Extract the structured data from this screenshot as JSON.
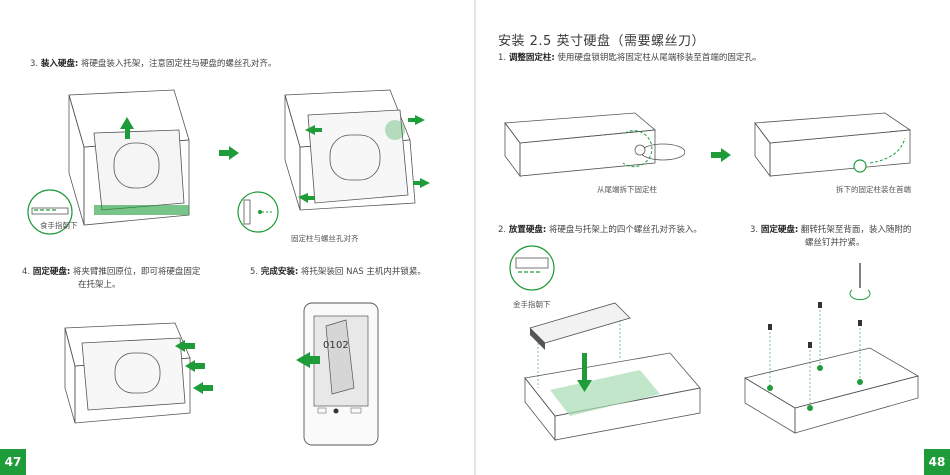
{
  "left": {
    "step3": {
      "num": "3. ",
      "label": "装入硬盘:",
      "text": " 将硬盘装入托架，注意固定柱与硬盘的螺丝孔对齐。"
    },
    "step4": {
      "num": "4. ",
      "label": "固定硬盘:",
      "text": " 将夹臂推回原位，即可将硬盘固定",
      "text2": "在托架上。"
    },
    "step5": {
      "num": "5. ",
      "label": "完成安装:",
      "text": " 将托架装回 NAS 主机内并锁紧。"
    },
    "cap_finger": "食手指朝下",
    "cap_align": "固定柱与螺丝孔对齐",
    "nas_slot1": "01",
    "nas_slot2": "02",
    "page_number": "47"
  },
  "right": {
    "title": "安装 2.5 英寸硬盘（需要螺丝刀）",
    "step1": {
      "num": "1. ",
      "label": "调整固定柱:",
      "text": " 使用硬盘锁钥匙将固定柱从尾端移装至首端的固定孔。"
    },
    "cap_remove": "从尾端拆下固定柱",
    "cap_install": "拆下的固定柱装在首端",
    "step2": {
      "num": "2. ",
      "label": "放置硬盘:",
      "text": " 将硬盘与托架上的四个螺丝孔对齐装入。"
    },
    "step3": {
      "num": "3. ",
      "label": "固定硬盘:",
      "text": " 翻转托架至背面，装入随附的",
      "text2": "螺丝钉并拧紧。"
    },
    "cap_finger": "金手指朝下",
    "page_number": "48"
  },
  "colors": {
    "accent": "#1f9c3a",
    "line": "#555555",
    "highlight": "#a8dbb4"
  }
}
